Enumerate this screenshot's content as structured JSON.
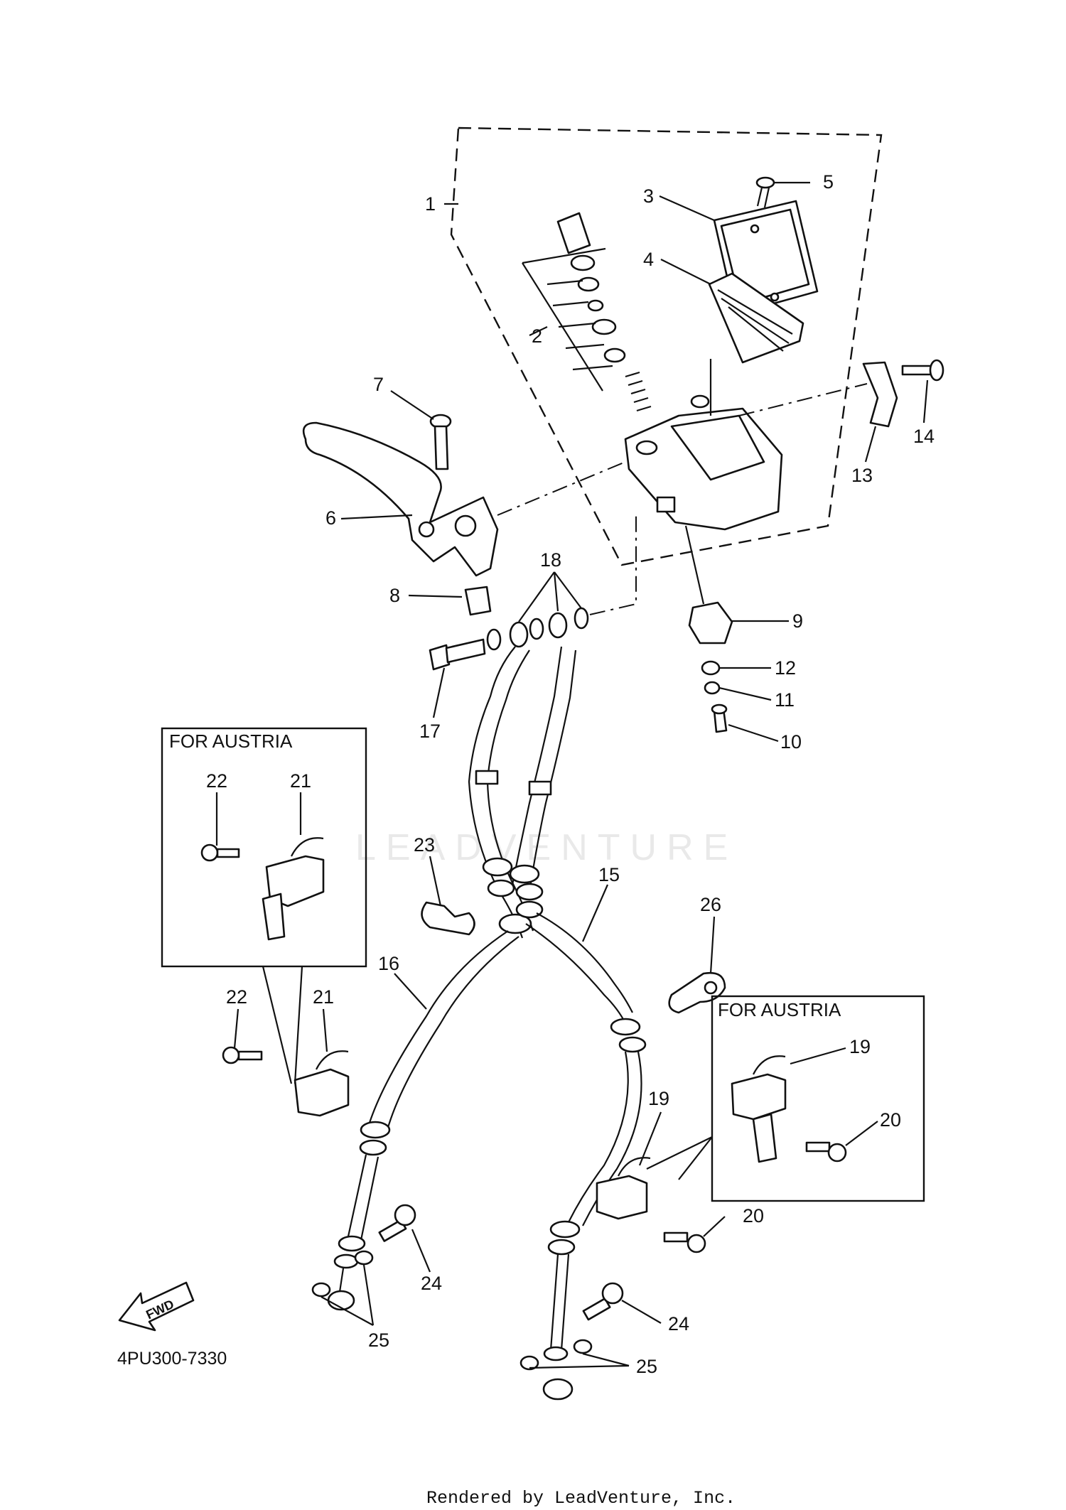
{
  "diagram": {
    "watermark": "LEADVENTURE",
    "diagram_code": "4PU300-7330",
    "footer": "Rendered by LeadVenture, Inc.",
    "fwd_label": "FWD",
    "austria_box_left": {
      "title": "FOR AUSTRIA",
      "labels": [
        "22",
        "21"
      ]
    },
    "austria_box_right": {
      "title": "FOR AUSTRIA",
      "labels": [
        "19",
        "20"
      ]
    },
    "callouts": [
      "1",
      "2",
      "3",
      "4",
      "5",
      "6",
      "7",
      "8",
      "9",
      "10",
      "11",
      "12",
      "13",
      "14",
      "15",
      "16",
      "17",
      "18",
      "19",
      "20",
      "21",
      "22",
      "23",
      "24",
      "25",
      "26"
    ],
    "outside_labels": {
      "c22": "22",
      "c21": "21",
      "c19": "19",
      "c20": "20",
      "c24a": "24",
      "c24b": "24",
      "c25a": "25",
      "c25b": "25"
    }
  }
}
